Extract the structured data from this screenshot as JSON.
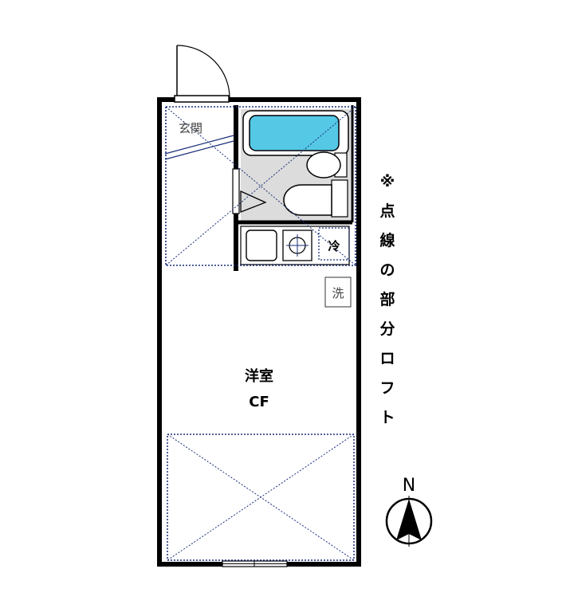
{
  "rooms": {
    "genkan": "玄関",
    "fridge": "冷",
    "washer": "洗",
    "western_room": "洋室",
    "floor": "CF"
  },
  "loft_note_chars": [
    "※",
    "点",
    "線",
    "の",
    "部",
    "分",
    "ロ",
    "フ",
    "ト"
  ],
  "compass": {
    "label": "N"
  },
  "icons": {
    "bathtub": "bathtub-icon",
    "toilet": "toilet-icon",
    "sink": "sink-icon",
    "stove": "stove-icon",
    "compass": "north-arrow-icon",
    "door": "entrance-door-icon"
  },
  "colors": {
    "wall": "#000000",
    "tub_water": "#55c8e6",
    "wet_floor": "#dcdcdc",
    "loft_line": "#1a2f7a"
  }
}
